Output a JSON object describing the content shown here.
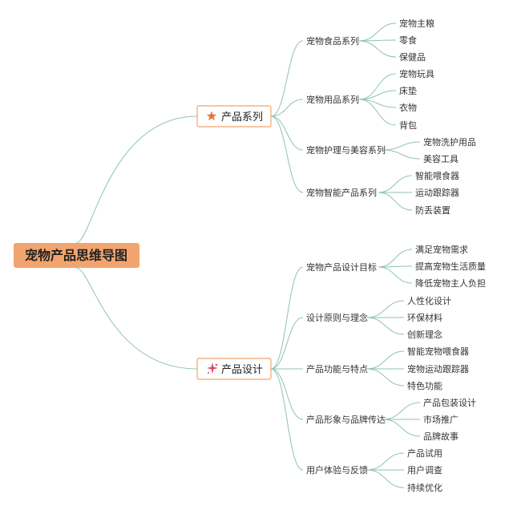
{
  "colors": {
    "root_fill": "#f2a46e",
    "edge": "#8fc3b2",
    "star": "#e8743b",
    "sparkle": "#d9466b"
  },
  "root": {
    "label": "宠物产品思维导图"
  },
  "branches": [
    {
      "label": "产品系列",
      "icon": "star-icon",
      "children": [
        {
          "label": "宠物食品系列",
          "leaves": [
            "宠物主粮",
            "零食",
            "保健品"
          ]
        },
        {
          "label": "宠物用品系列",
          "leaves": [
            "宠物玩具",
            "床垫",
            "衣物",
            "背包"
          ]
        },
        {
          "label": "宠物护理与美容系列",
          "leaves": [
            "宠物洗护用品",
            "美容工具"
          ]
        },
        {
          "label": "宠物智能产品系列",
          "leaves": [
            "智能喂食器",
            "运动跟踪器",
            "防丢装置"
          ]
        }
      ]
    },
    {
      "label": "产品设计",
      "icon": "sparkle-icon",
      "children": [
        {
          "label": "宠物产品设计目标",
          "leaves": [
            "满足宠物需求",
            "提高宠物生活质量",
            "降低宠物主人负担"
          ]
        },
        {
          "label": "设计原则与理念",
          "leaves": [
            "人性化设计",
            "环保材料",
            "创新理念"
          ]
        },
        {
          "label": "产品功能与特点",
          "leaves": [
            "智能宠物喂食器",
            "宠物运动跟踪器",
            "特色功能"
          ]
        },
        {
          "label": "产品形象与品牌传达",
          "leaves": [
            "产品包装设计",
            "市场推广",
            "品牌故事"
          ]
        },
        {
          "label": "用户体验与反馈",
          "leaves": [
            "产品试用",
            "用户调查",
            "持续优化"
          ]
        }
      ]
    }
  ]
}
